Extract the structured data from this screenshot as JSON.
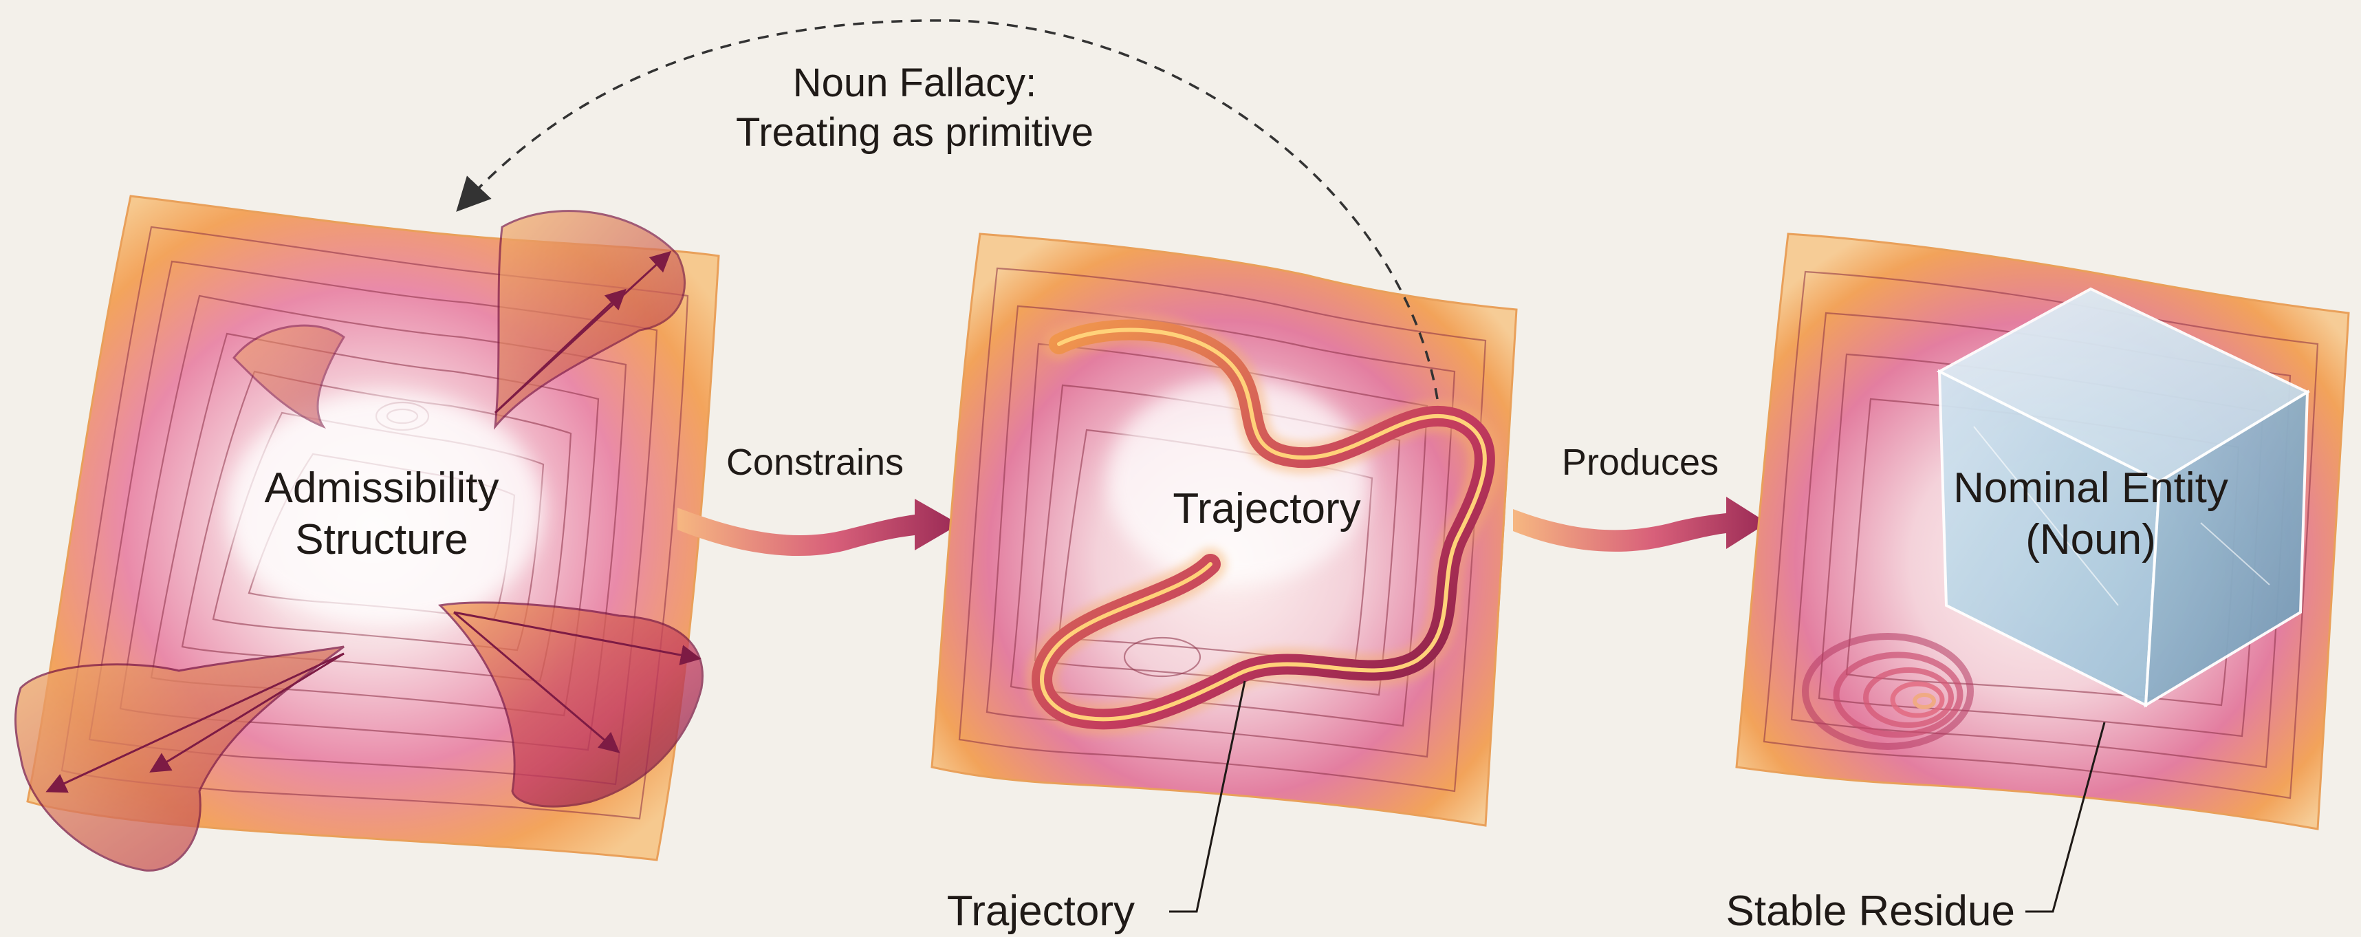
{
  "feedback": {
    "line1": "Noun Fallacy:",
    "line2": "Treating as primitive"
  },
  "panels": {
    "admissibility": {
      "line1": "Admissibility",
      "line2": "Structure"
    },
    "trajectory": {
      "label": "Trajectory"
    },
    "nominal": {
      "line1": "Nominal Entity",
      "line2": "(Noun)"
    }
  },
  "edges": {
    "constrains": "Constrains",
    "produces": "Produces"
  },
  "callouts": {
    "trajectory": "Trajectory",
    "residue": "Stable Residue"
  },
  "colors": {
    "background": "#f3f0ea",
    "terrain_warm": "#f2a35a",
    "terrain_pink": "#e27aa0",
    "terrain_deep": "#8f1f4a",
    "arrow": "#9a2a55",
    "cube_ice": "#a9c8dc",
    "contour": "#8a2f46"
  }
}
